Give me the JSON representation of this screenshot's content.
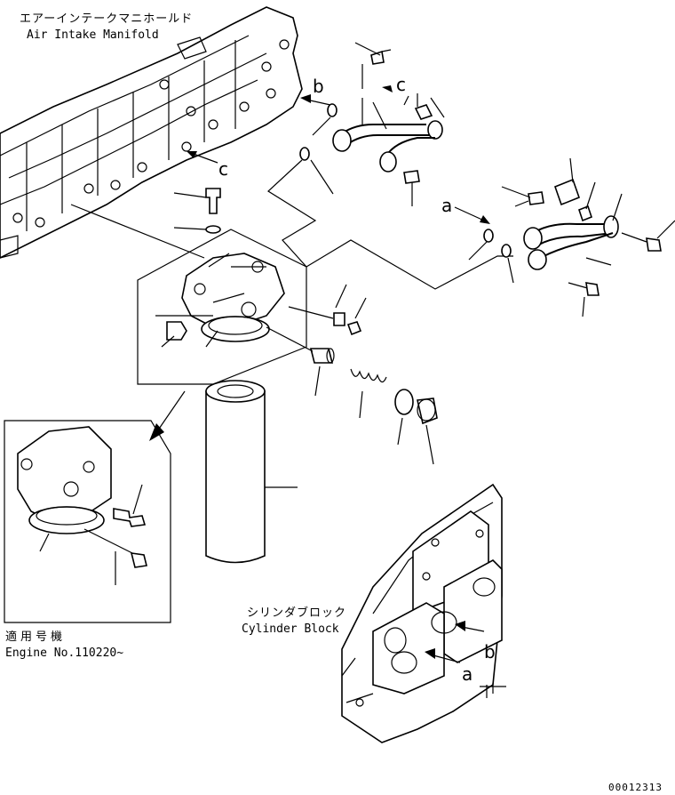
{
  "labels": {
    "air_intake_manifold_jp": "エアーインテークマニホールド",
    "air_intake_manifold_en": "Air Intake Manifold",
    "cylinder_block_jp": "シリンダブロック",
    "cylinder_block_en": "Cylinder Block",
    "applicable_jp": "適用号機",
    "engine_no": "Engine No.110220~",
    "drawing_number": "00012313"
  },
  "refs": {
    "a": "a",
    "b": "b",
    "c": "c"
  }
}
